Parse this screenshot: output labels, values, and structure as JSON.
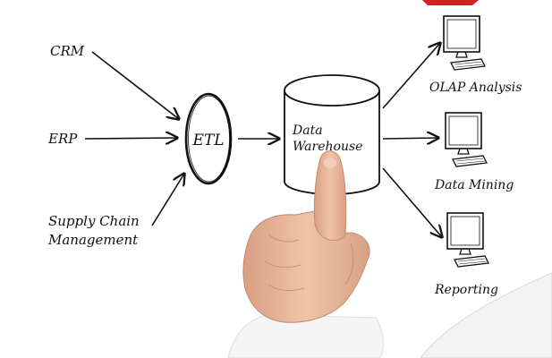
{
  "sources": {
    "crm": "CRM",
    "erp": "ERP",
    "supply_chain_line1": "Supply Chain",
    "supply_chain_line2": "Management"
  },
  "etl": "ETL",
  "warehouse": {
    "line1": "Data",
    "line2": "Warehouse"
  },
  "outputs": {
    "olap": "OLAP Analysis",
    "mining": "Data Mining",
    "reporting": "Reporting"
  },
  "colors": {
    "ink": "#111111",
    "accent_red": "#d32020",
    "skin": "#e9b99d",
    "sleeve": "#f4f4f4"
  },
  "icons": [
    "computer-monitor-icon",
    "keyboard-icon",
    "pointing-hand"
  ]
}
